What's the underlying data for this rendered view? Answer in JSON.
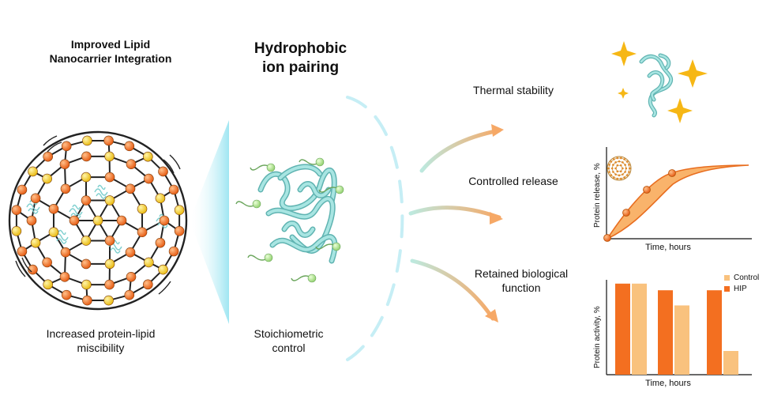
{
  "title_left": "Improved Lipid\nNanocarrier Integration",
  "title_center": "Hydrophobic\nion pairing",
  "caption_left": "Increased protein-lipid\nmiscibility",
  "caption_center": "Stoichiometric\ncontrol",
  "outcomes": {
    "thermal": "Thermal stability",
    "release": "Controlled release",
    "biological": "Retained biological\nfunction"
  },
  "release_chart": {
    "xlabel": "Time, hours",
    "ylabel": "Protein release, %"
  },
  "activity_chart": {
    "xlabel": "Time, hours",
    "ylabel": "Protein activity, %",
    "series": [
      {
        "name": "Control",
        "color": "#f9c27e",
        "values": [
          0.96,
          0.73,
          0.25
        ]
      },
      {
        "name": "HIP",
        "color": "#f36f20",
        "values": [
          0.96,
          0.89,
          0.89
        ]
      }
    ]
  },
  "colors": {
    "orange": "#f36f20",
    "yellow": "#f7d21e",
    "teal": "#7ecfcf",
    "sparkle": "#f6b715"
  }
}
